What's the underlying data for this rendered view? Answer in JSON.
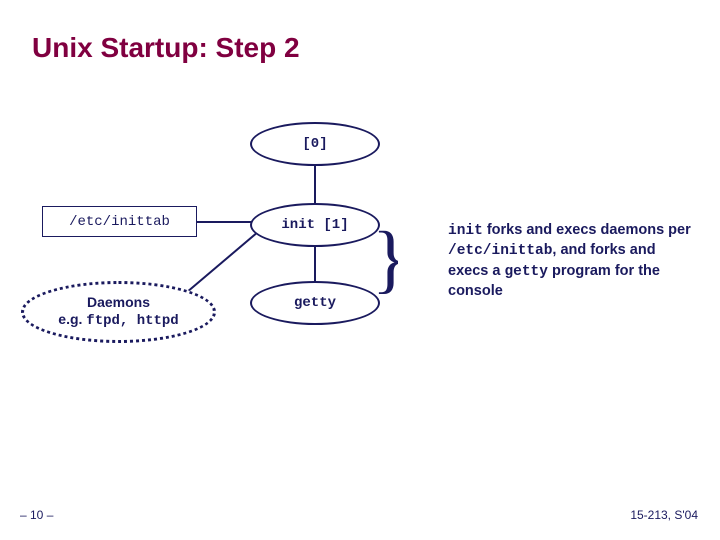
{
  "slide": {
    "title": "Unix Startup: Step 2",
    "page_number": "– 10 –",
    "footer_right": "15-213, S'04",
    "accent_color": "#800040",
    "diagram_color": "#1a1a5e"
  },
  "diagram": {
    "process_0_label": "[0]",
    "process_init_label": "init [1]",
    "process_getty_label": "getty",
    "inittab_label": "/etc/inittab",
    "daemons_line1": "Daemons",
    "daemons_line2_prefix": "e.g.",
    "daemons_line2_mono": "ftpd, httpd",
    "brace_glyph": "}"
  },
  "annotation": {
    "part1_mono": "init",
    "part2": " forks and execs daemons per ",
    "part3_mono": "/etc/inittab",
    "part4": ", and forks and execs a ",
    "part5_mono": "getty",
    "part6": " program for the console"
  }
}
